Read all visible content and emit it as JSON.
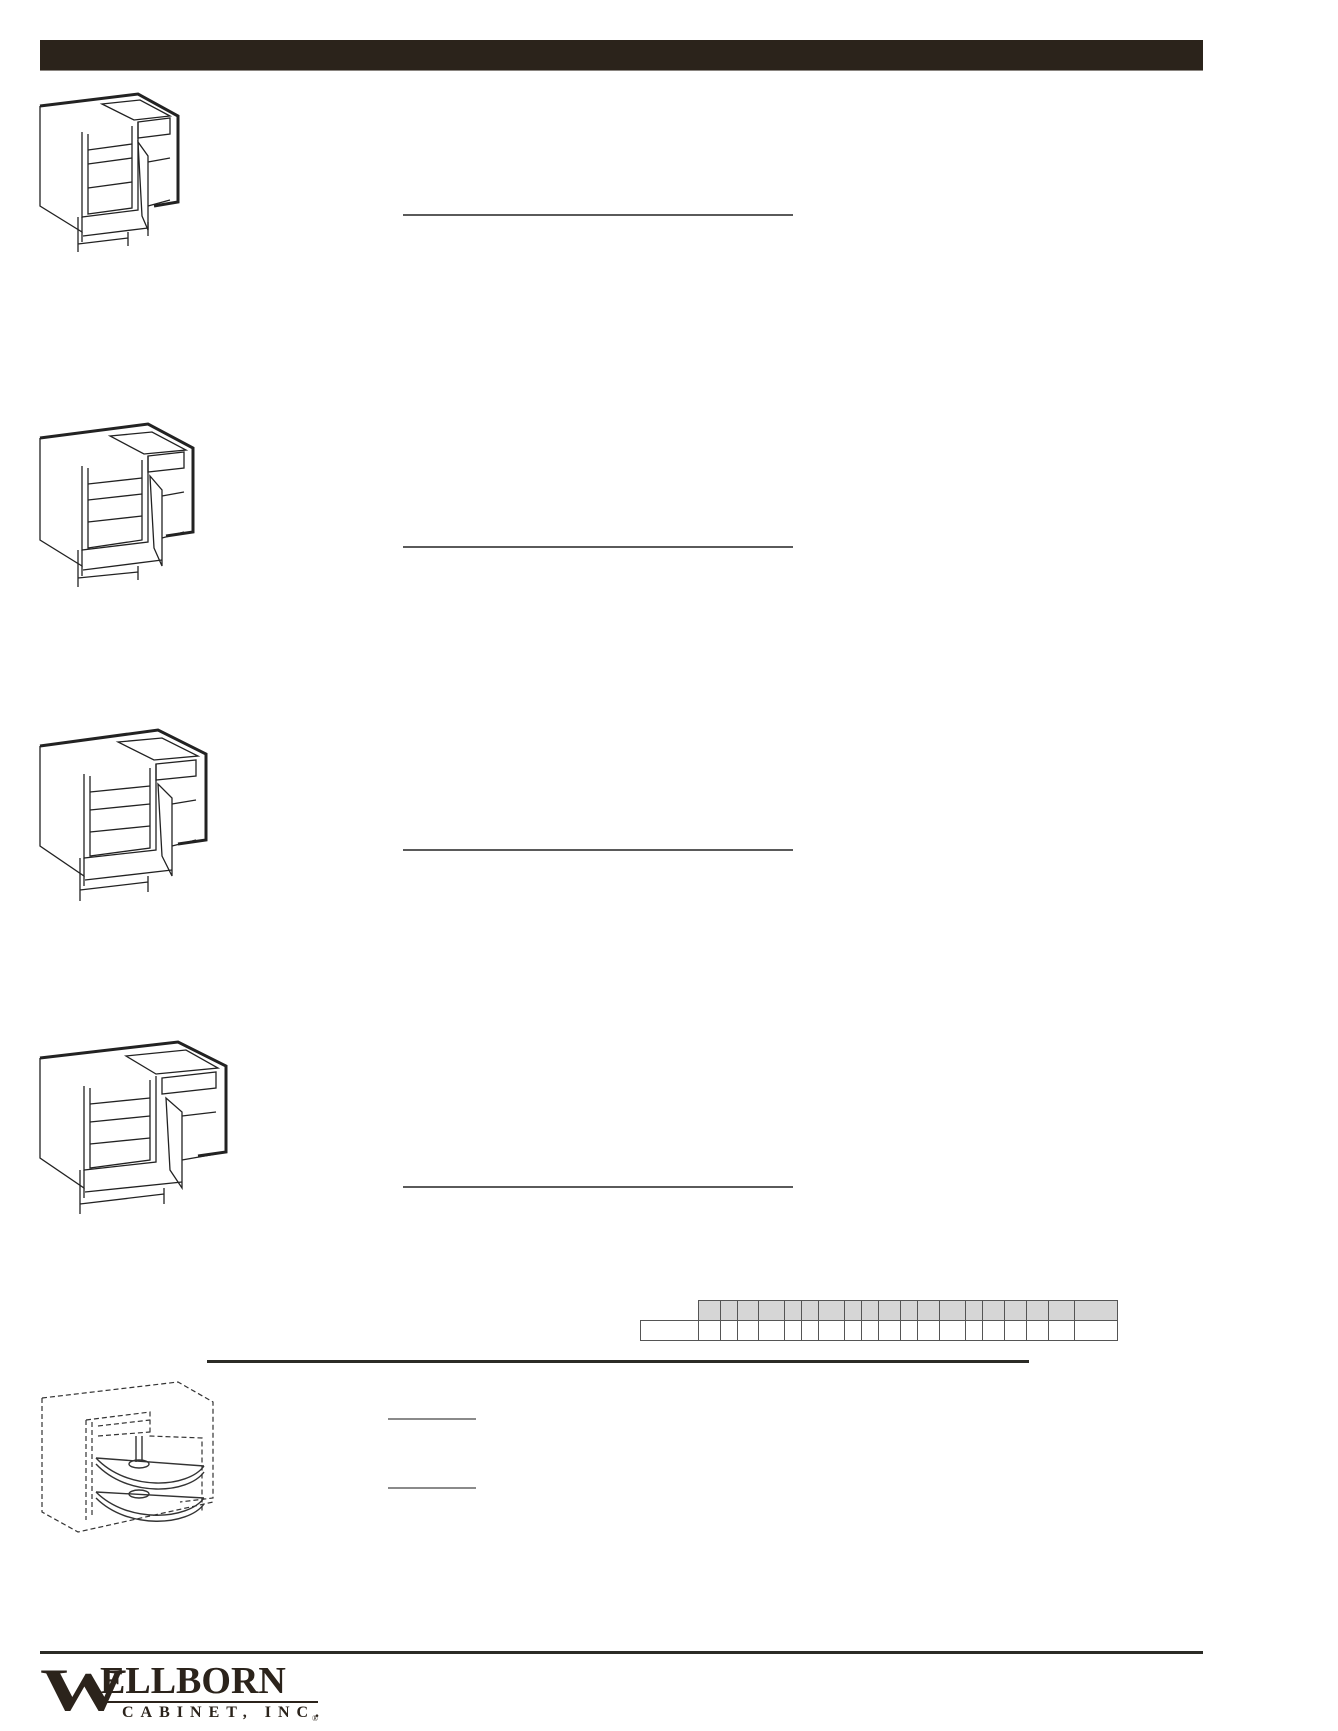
{
  "page": {
    "header_bar_color": "#2b231b",
    "sections": [
      {
        "id": "cabinet-1",
        "illustration": "blind-corner-base-cabinet-icon",
        "label": ""
      },
      {
        "id": "cabinet-2",
        "illustration": "blind-corner-base-cabinet-icon",
        "label": ""
      },
      {
        "id": "cabinet-3",
        "illustration": "blind-corner-base-cabinet-icon",
        "label": ""
      },
      {
        "id": "cabinet-4",
        "illustration": "blind-corner-base-cabinet-icon",
        "label": ""
      },
      {
        "id": "lazy-susan",
        "illustration": "half-moon-lazy-susan-icon",
        "label": ""
      }
    ],
    "spec_table": {
      "header_cells": 19,
      "row_cells": 20
    }
  },
  "footer": {
    "logo_initial": "W",
    "logo_word": "ELLBORN",
    "logo_subtitle": "CABINET, INC.",
    "logo_registered": "®"
  }
}
